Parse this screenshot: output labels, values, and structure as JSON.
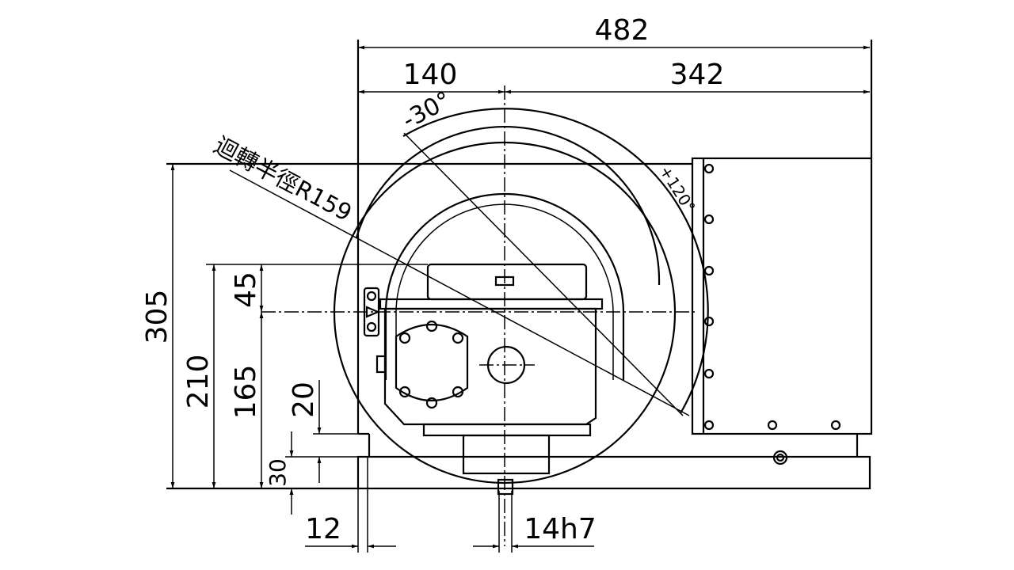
{
  "drawing": {
    "dimensions": {
      "overall_width": "482",
      "left_offset": "140",
      "right_offset": "342",
      "overall_height": "305",
      "height_210": "210",
      "height_45": "45",
      "height_165": "165",
      "height_20": "20",
      "height_30": "30",
      "width_12": "12",
      "shaft": "14h7"
    },
    "angles": {
      "minus": "-30°",
      "plus": "+120°"
    },
    "radius_label": "迴轉半徑R159"
  }
}
